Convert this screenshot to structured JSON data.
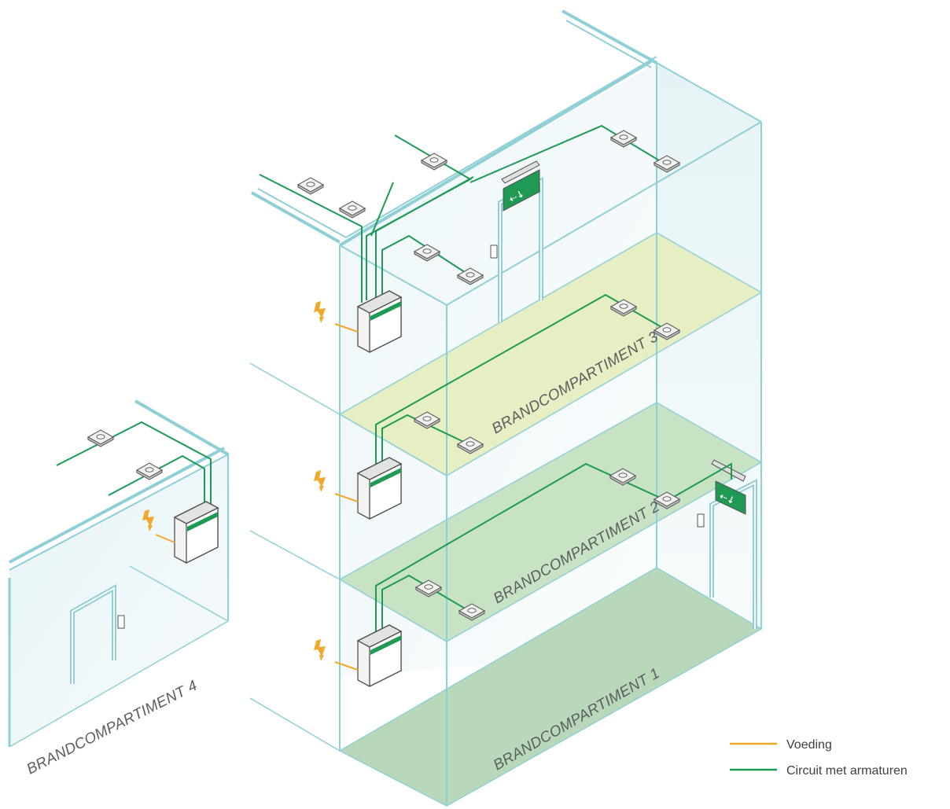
{
  "compartments": {
    "c1": "BRANDCOMPARTIMENT 1",
    "c2": "BRANDCOMPARTIMENT 2",
    "c3": "BRANDCOMPARTIMENT 3",
    "c4": "BRANDCOMPARTIMENT 4"
  },
  "legend": {
    "power_label": "Voeding",
    "circuit_label": "Circuit met armaturen"
  },
  "colors": {
    "power": "#f0a92c",
    "circuit": "#1f9a55",
    "wall": "#8fcfd6",
    "floor3": "#e6efc4",
    "floor2": "#c7e3c3",
    "floor1": "#b9d8b9"
  },
  "icons": {
    "power": "lightning-bolt-icon",
    "exit_sign": "running-man-exit-icon",
    "luminaire": "ceiling-luminaire-icon",
    "panel": "central-battery-panel-icon"
  }
}
